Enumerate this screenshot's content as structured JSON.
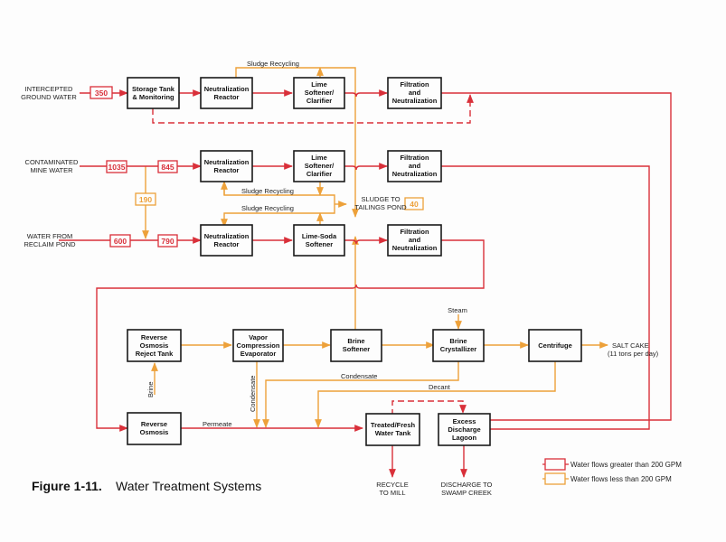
{
  "figure": {
    "number": "Figure 1-11.",
    "title": "Water Treatment Systems"
  },
  "sources": {
    "intercepted": [
      "INTERCEPTED",
      "GROUND WATER"
    ],
    "mine": [
      "CONTAMINATED",
      "MINE WATER"
    ],
    "reclaim": [
      "WATER FROM",
      "RECLAIM POND"
    ]
  },
  "flows": {
    "intercepted": "350",
    "mine_in": "1035",
    "mine_to_reactor": "845",
    "transfer": "190",
    "reclaim_in": "600",
    "reclaim_to_reactor": "790",
    "sludge_tailings": "40"
  },
  "boxes": {
    "storage": [
      "Storage Tank",
      "& Monitoring"
    ],
    "neut1": [
      "Neutralization",
      "Reactor"
    ],
    "lime1": [
      "Lime",
      "Softener/",
      "Clarifier"
    ],
    "filt1": [
      "Filtration",
      "and",
      "Neutralization"
    ],
    "neut2": [
      "Neutralization",
      "Reactor"
    ],
    "lime2": [
      "Lime",
      "Softener/",
      "Clarifier"
    ],
    "filt2": [
      "Filtration",
      "and",
      "Neutralization"
    ],
    "neut3": [
      "Neutralization",
      "Reactor"
    ],
    "limesoda": [
      "Lime-Soda",
      "Softener"
    ],
    "filt3": [
      "Filtration",
      "and",
      "Neutralization"
    ],
    "ro_reject": [
      "Reverse",
      "Osmosis",
      "Reject Tank"
    ],
    "vapor": [
      "Vapor",
      "Compression",
      "Evaporator"
    ],
    "brine_soft": [
      "Brine",
      "Softener"
    ],
    "brine_cryst": [
      "Brine",
      "Crystallizer"
    ],
    "centrifuge": [
      "Centrifuge"
    ],
    "ro": [
      "Reverse",
      "Osmosis"
    ],
    "treated": [
      "Treated/Fresh",
      "Water Tank"
    ],
    "lagoon": [
      "Excess",
      "Discharge",
      "Lagoon"
    ]
  },
  "labels": {
    "sludge_recycling_top": "Sludge Recycling",
    "sludge_recycling_mid1": "Sludge Recycling",
    "sludge_recycling_mid2": "Sludge Recycling",
    "sludge_to_tailings": [
      "SLUDGE TO",
      "TAILINGS POND"
    ],
    "steam": "Steam",
    "salt_cake": [
      "SALT CAKE",
      "(11 tons per day)"
    ],
    "condensate_vertical": "Condensate",
    "condensate_horizontal": "Condensate",
    "decant": "Decant",
    "brine": "Brine",
    "permeate": "Permeate",
    "recycle": [
      "RECYCLE",
      "TO MILL"
    ],
    "discharge": [
      "DISCHARGE TO",
      "SWAMP CREEK"
    ]
  },
  "legend": [
    {
      "color": "#d9303a",
      "label": "Water flows greater than 200 GPM"
    },
    {
      "color": "#eda13a",
      "label": "Water flows less than 200 GPM"
    }
  ]
}
